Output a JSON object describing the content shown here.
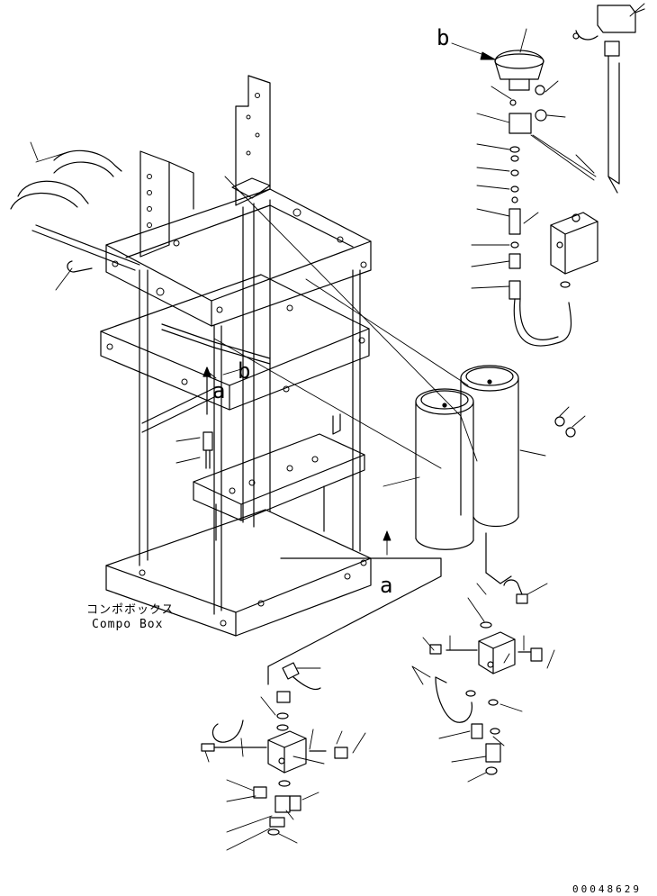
{
  "callouts": {
    "b_top": "b",
    "b_frame": "b",
    "a_frame": "a",
    "a_bottom": "a"
  },
  "compo_box": {
    "label_jp": "コンポボックス",
    "label_en": "Compo Box"
  },
  "drawing_number": "00048629",
  "colors": {
    "line": "#000000",
    "background": "#ffffff"
  }
}
